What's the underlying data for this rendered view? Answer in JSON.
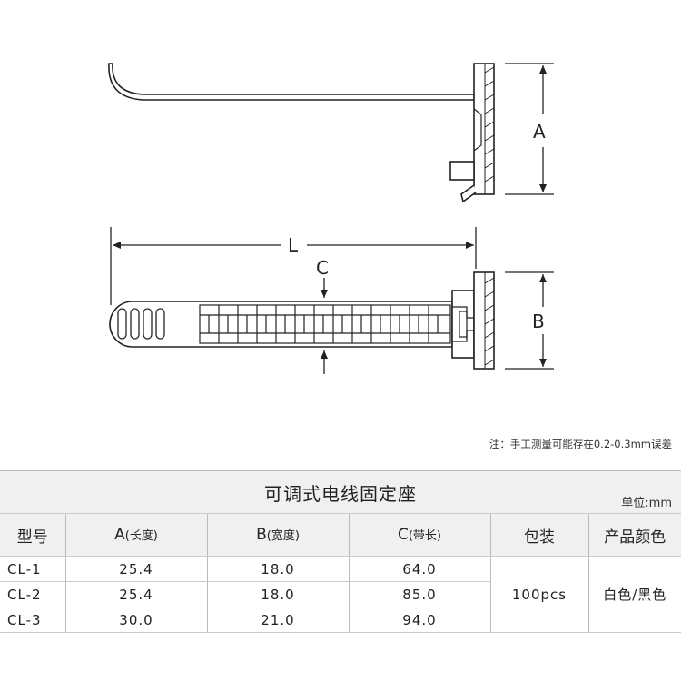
{
  "drawing": {
    "labels": {
      "a": "A",
      "b": "B",
      "c": "C",
      "l": "L"
    },
    "note": "注：手工测量可能存在0.2-0.3mm误差"
  },
  "table": {
    "title": "可调式电线固定座",
    "unit": "单位:mm",
    "headers": {
      "model": "型号",
      "a_main": "A",
      "a_sub": "(长度)",
      "b_main": "B",
      "b_sub": "(宽度)",
      "c_main": "C",
      "c_sub": "(带长)",
      "packing": "包装",
      "color": "产品颜色"
    },
    "rows": [
      {
        "model": "CL-1",
        "a": "25.4",
        "b": "18.0",
        "c": "64.0"
      },
      {
        "model": "CL-2",
        "a": "25.4",
        "b": "18.0",
        "c": "85.0"
      },
      {
        "model": "CL-3",
        "a": "30.0",
        "b": "21.0",
        "c": "94.0"
      }
    ],
    "packing": "100pcs",
    "color": "白色/黑色"
  }
}
